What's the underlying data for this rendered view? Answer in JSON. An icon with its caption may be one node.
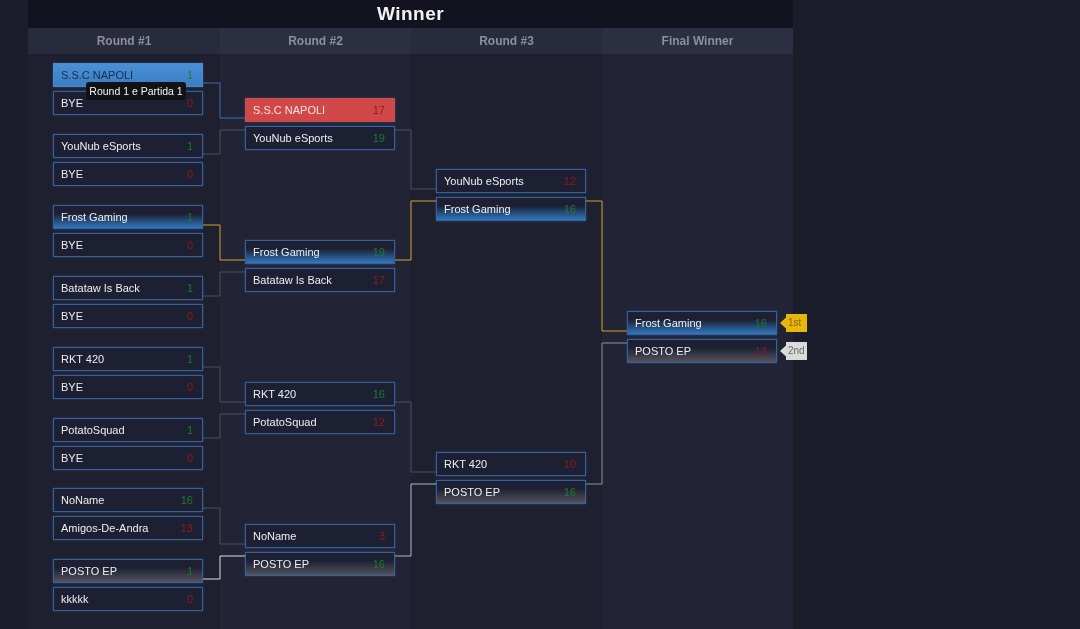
{
  "diagram": {
    "title": "Winner",
    "nodes": [
      {
        "text": [
          "Round #1"
        ]
      },
      {
        "text": [
          "S.S.C NAPOLI",
          "1"
        ],
        "in": 0
      },
      {
        "text": [
          "Round 1 e Partida 1"
        ],
        "in": 0
      },
      {
        "text": [
          "BYE",
          "0"
        ],
        "in": 0
      },
      {
        "text": [
          "YouNub eSports",
          "1"
        ],
        "in": 0
      },
      {
        "text": [
          "BYE",
          "0"
        ],
        "in": 0
      },
      {
        "text": [
          "Frost Gaming",
          "1"
        ],
        "in": 0
      },
      {
        "text": [
          "BYE",
          "0"
        ],
        "in": 0
      },
      {
        "text": [
          "Batataw Is Back",
          "1"
        ],
        "in": 0
      },
      {
        "text": [
          "BYE",
          "0"
        ],
        "in": 0
      },
      {
        "text": [
          "RKT 420",
          "1"
        ],
        "in": 0
      },
      {
        "text": [
          "BYE",
          "0"
        ],
        "in": 0
      },
      {
        "text": [
          "PotatoSquad",
          "1"
        ],
        "in": 0
      },
      {
        "text": [
          "BYE",
          "0"
        ],
        "in": 0
      },
      {
        "text": [
          "NoName",
          "16"
        ],
        "in": 0
      },
      {
        "text": [
          "Amigos-De-Andra",
          "13"
        ],
        "in": 0
      },
      {
        "text": [
          "POSTO EP",
          "1"
        ],
        "in": 0
      },
      {
        "text": [
          "kkkkk",
          "0"
        ],
        "in": 0
      },
      {
        "text": [
          "Round #2"
        ]
      },
      {
        "text": [
          "S.S.C NAPOLI",
          "17"
        ],
        "in": 18
      },
      {
        "text": [
          "YouNub eSports",
          "19"
        ],
        "in": 18
      },
      {
        "text": [
          "Frost Gaming",
          "19"
        ],
        "in": 18
      },
      {
        "text": [
          "Batataw Is Back",
          "17"
        ],
        "in": 18
      },
      {
        "text": [
          "RKT 420",
          "16"
        ],
        "in": 18
      },
      {
        "text": [
          "PotatoSquad",
          "12"
        ],
        "in": 18
      },
      {
        "text": [
          "NoName",
          "3"
        ],
        "in": 18
      },
      {
        "text": [
          "POSTO EP",
          "16"
        ],
        "in": 18
      },
      {
        "text": [
          "Round #3"
        ]
      },
      {
        "text": [
          "YouNub eSports",
          "12"
        ],
        "in": 27
      },
      {
        "text": [
          "Frost Gaming",
          "16"
        ],
        "in": 27
      },
      {
        "text": [
          "RKT 420",
          "10"
        ],
        "in": 27
      },
      {
        "text": [
          "POSTO EP",
          "16"
        ],
        "in": 27
      },
      {
        "text": [
          "Final Winner"
        ]
      },
      {
        "text": [
          "Frost Gaming",
          "16"
        ],
        "in": 32
      },
      {
        "text": [
          "1st"
        ]
      },
      {
        "text": [
          "POSTO EP",
          "13"
        ],
        "in": 32
      },
      {
        "text": [
          "2nd"
        ]
      }
    ],
    "edges": [
      {
        "from": 1,
        "to": 19,
        "arrow": "none",
        "color": "#3d6fa8"
      },
      {
        "from": 4,
        "to": 20,
        "arrow": "none"
      },
      {
        "from": 6,
        "to": 21,
        "arrow": "none",
        "color": "#d4a22a"
      },
      {
        "from": 8,
        "to": 22,
        "arrow": "none"
      },
      {
        "from": 10,
        "to": 23,
        "arrow": "none"
      },
      {
        "from": 12,
        "to": 24,
        "arrow": "none"
      },
      {
        "from": 14,
        "to": 25,
        "arrow": "none"
      },
      {
        "from": 16,
        "to": 26,
        "arrow": "none",
        "color": "#dcdee4"
      },
      {
        "from": 20,
        "to": 28,
        "arrow": "none"
      },
      {
        "from": 21,
        "to": 29,
        "arrow": "none",
        "color": "#d4a22a"
      },
      {
        "from": 23,
        "to": 30,
        "arrow": "none"
      },
      {
        "from": 26,
        "to": 31,
        "arrow": "none",
        "color": "#b2b6c0"
      },
      {
        "from": 29,
        "to": 33,
        "arrow": "none",
        "color": "#d4a22a"
      },
      {
        "from": 31,
        "to": 35,
        "arrow": "none",
        "color": "#8e929c"
      }
    ]
  }
}
